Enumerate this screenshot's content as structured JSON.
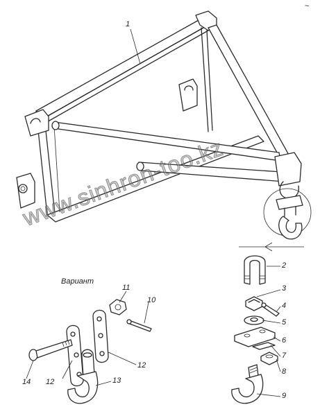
{
  "variant_caption": "Вариант",
  "corner_mark": "~",
  "watermark_text": "www.sinhron-too.kz",
  "callouts": {
    "c1": "1",
    "c2": "2",
    "c3": "3",
    "c4": "4",
    "c5": "5",
    "c6": "6",
    "c7": "7",
    "c8": "8",
    "c9": "9",
    "c10": "10",
    "c11": "11",
    "c12a": "12",
    "c12b": "12",
    "c13": "13",
    "c14": "14"
  },
  "colors": {
    "line": "#2a2a2a",
    "background": "#ffffff",
    "watermark": "#969696"
  }
}
